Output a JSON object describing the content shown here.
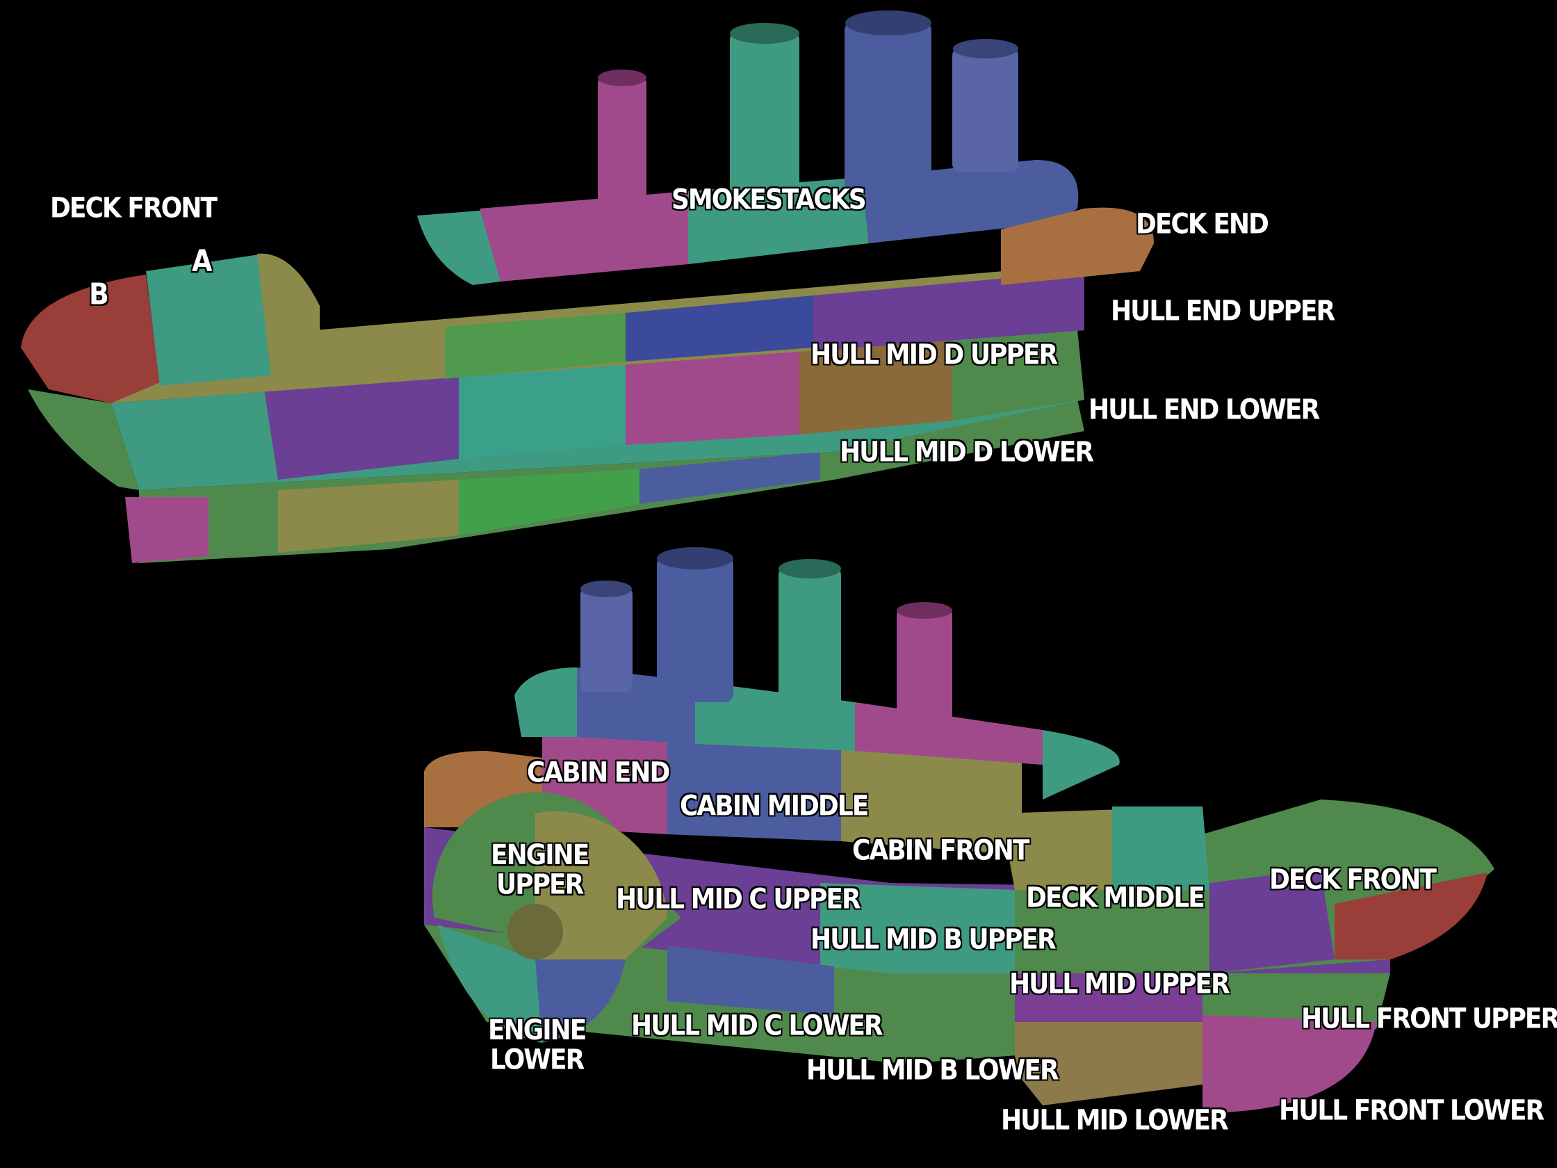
{
  "colors": {
    "background": "#000000",
    "teal": "#3f9a82",
    "green": "#4f8a4c",
    "magenta": "#a04a8c",
    "purple": "#6a3f95",
    "blue": "#4b5d9e",
    "olive": "#8c8a4a",
    "brown": "#a87040",
    "red": "#9a3e3a",
    "label": "#ffffff"
  },
  "labels": {
    "deck_front_top": "DECK FRONT",
    "marker_a": "A",
    "marker_b": "B",
    "smokestacks": "SMOKESTACKS",
    "deck_end": "DECK END",
    "hull_end_upper": "HULL END UPPER",
    "hull_mid_d_upper": "HULL MID D UPPER",
    "hull_end_lower": "HULL END LOWER",
    "hull_mid_d_lower": "HULL MID D LOWER",
    "cabin_end": "CABIN END",
    "cabin_middle": "CABIN MIDDLE",
    "cabin_front": "CABIN FRONT",
    "engine_upper_1": "ENGINE",
    "engine_upper_2": "UPPER",
    "hull_mid_c_upper": "HULL MID C UPPER",
    "deck_middle": "DECK MIDDLE",
    "deck_front_bottom": "DECK FRONT",
    "hull_mid_b_upper": "HULL MID B UPPER",
    "hull_mid_upper": "HULL MID UPPER",
    "hull_front_upper": "HULL FRONT UPPER",
    "engine_lower_1": "ENGINE",
    "engine_lower_2": "LOWER",
    "hull_mid_c_lower": "HULL MID C LOWER",
    "hull_mid_b_lower": "HULL MID B LOWER",
    "hull_mid_lower": "HULL MID LOWER",
    "hull_front_lower": "HULL FRONT LOWER"
  }
}
